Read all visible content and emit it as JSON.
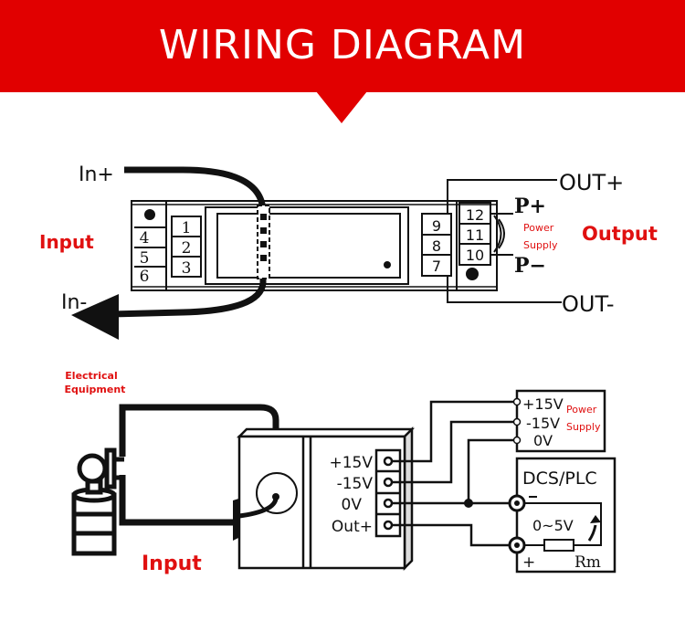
{
  "header": {
    "title": "WIRING DIAGRAM",
    "accent_color": "#e10000"
  },
  "top_diagram": {
    "input_label": "Input",
    "in_plus": "In+",
    "in_minus": "In-",
    "left_terminals_outer": [
      "4",
      "5",
      "6"
    ],
    "left_terminals_inner": [
      "1",
      "2",
      "3"
    ],
    "right_terminals_inner": [
      "9",
      "8",
      "7"
    ],
    "right_terminals_outer": [
      "12",
      "11",
      "10"
    ],
    "p_plus": "P+",
    "p_minus": "P−",
    "power_supply_line1": "Power",
    "power_supply_line2": "Supply",
    "output_label": "Output",
    "out_plus": "OUT+",
    "out_minus": "OUT-"
  },
  "bottom_diagram": {
    "equipment_line1": "Electrical",
    "equipment_line2": "Equipment",
    "input_label": "Input",
    "module_terminals": [
      "+15V",
      "-15V",
      "0V",
      "Out+"
    ],
    "supply_terminals": [
      "+15V",
      "-15V",
      "0V"
    ],
    "supply_label_line1": "Power",
    "supply_label_line2": "Supply",
    "dcs_label": "DCS/PLC",
    "range_label": "0~5V",
    "resistor_label": "Rm",
    "minus_sign": "−",
    "plus_sign": "+"
  }
}
